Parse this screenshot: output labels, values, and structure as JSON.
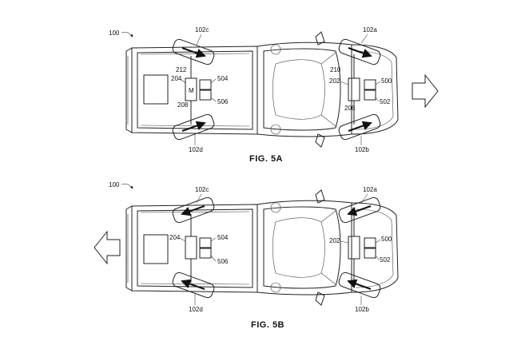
{
  "figures": [
    {
      "caption": "FIG. 5A",
      "reference": "100",
      "labels": {
        "front_left_wheel": "102a",
        "front_right_wheel": "102b",
        "rear_left_wheel": "102c",
        "rear_right_wheel": "102d",
        "rear_unit": "204",
        "rear_box_a": "504",
        "rear_box_b": "506",
        "front_unit": "202",
        "front_box_a": "500",
        "front_box_b": "502",
        "motor_top": "212",
        "motor_bottom": "208",
        "motor": "M",
        "front_link_top": "210",
        "front_link_bottom": "206"
      },
      "direction": "right"
    },
    {
      "caption": "FIG. 5B",
      "reference": "100",
      "labels": {
        "front_left_wheel": "102a",
        "front_right_wheel": "102b",
        "rear_left_wheel": "102c",
        "rear_right_wheel": "102d",
        "rear_unit": "204",
        "rear_box_a": "504",
        "rear_box_b": "506",
        "front_unit": "202",
        "front_box_a": "500",
        "front_box_b": "502"
      },
      "direction": "left"
    }
  ]
}
